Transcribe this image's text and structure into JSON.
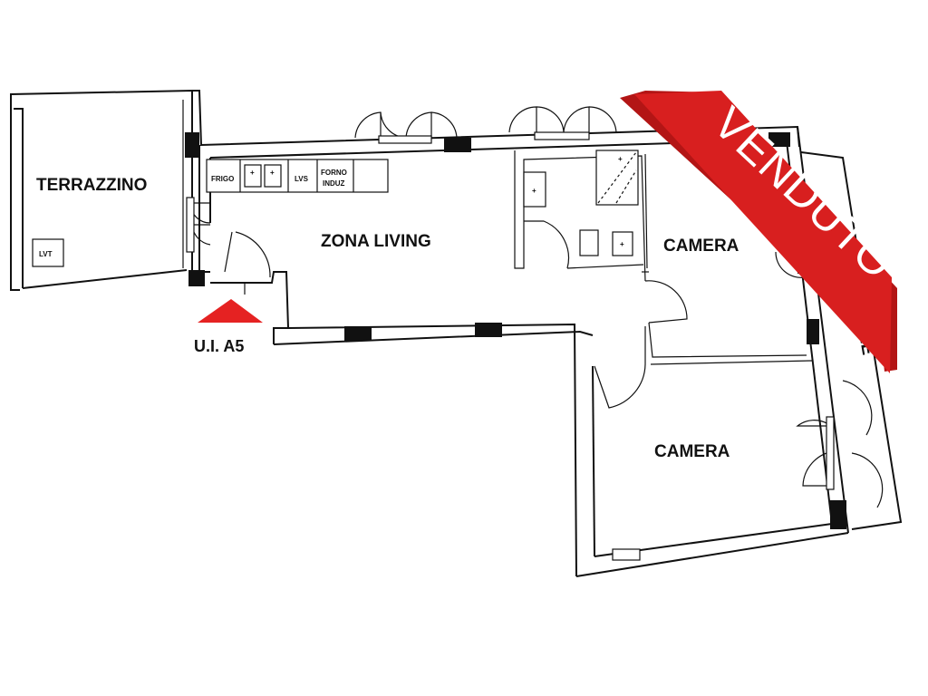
{
  "rooms": {
    "terrazzino": "TERRAZZINO",
    "zona_living": "ZONA LIVING",
    "camera_1": "CAMERA",
    "camera_2": "CAMERA",
    "balcone": "BALCONE"
  },
  "fixtures": {
    "frigo": "FRIGO",
    "lvs": "LVS",
    "forno_1": "FORNO",
    "forno_2": "INDUZ",
    "lvt": "LVT"
  },
  "unit": {
    "label": "U.I. A5"
  },
  "banner": {
    "text": "VENDUTO"
  },
  "colors": {
    "banner": "#d81f1f",
    "entrance_marker": "#e52222",
    "walls": "#111111"
  }
}
